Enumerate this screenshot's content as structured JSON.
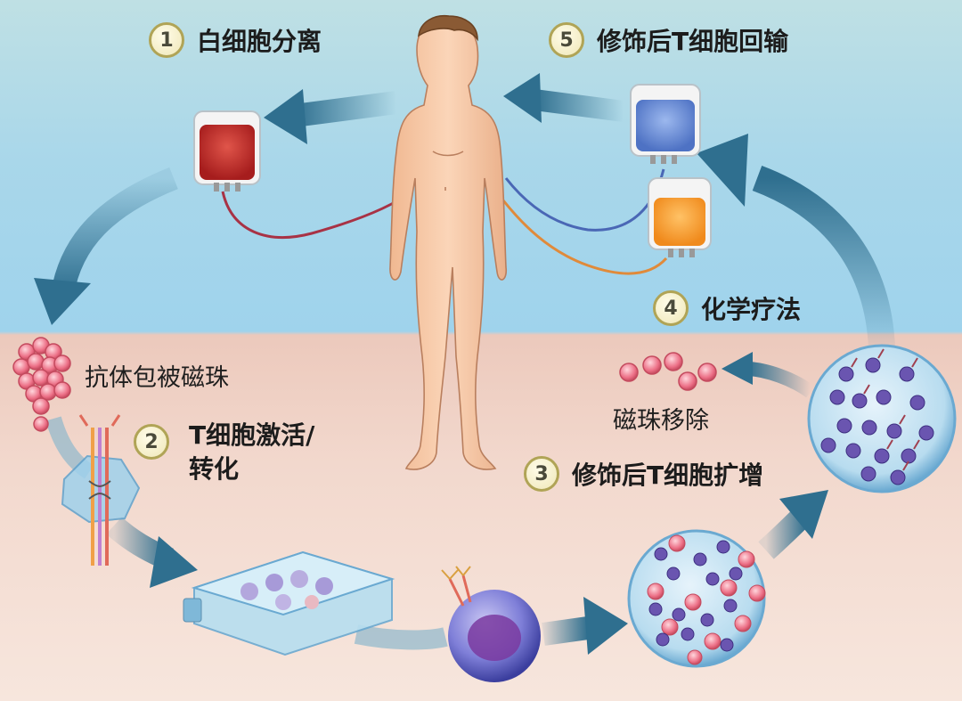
{
  "steps": {
    "s1": {
      "num": "1",
      "label": "白细胞分离"
    },
    "s2": {
      "num": "2",
      "label_line1": "T细胞激活/",
      "label_line2": "转化"
    },
    "s3": {
      "num": "3",
      "label": "修饰后T细胞扩增"
    },
    "s4": {
      "num": "4",
      "label": "化学疗法"
    },
    "s5": {
      "num": "5",
      "label": "修饰后T细胞回输"
    }
  },
  "labels": {
    "antibody_beads": "抗体包被磁珠",
    "bead_removal": "磁珠移除"
  },
  "colors": {
    "sky": "#a9d7ea",
    "floor": "#f2d8cd",
    "arrow": "#2f6f8f",
    "badge_border": "#b0a456",
    "red_bag": "#c0392b",
    "blue_bag": "#6f95d6",
    "orange_bag": "#f3a23a",
    "bead": "#e8687c",
    "t_cell": "#6a55b0",
    "skin": "#f7c9a6"
  },
  "icons": [
    "human-figure-icon",
    "red-blood-bag-icon",
    "blue-cell-bag-icon",
    "orange-chemo-bag-icon",
    "magnetic-beads-icon",
    "receptor-crystal-icon",
    "culture-flask-icon",
    "t-cell-icon",
    "petri-dish-icon",
    "expansion-dish-icon"
  ]
}
